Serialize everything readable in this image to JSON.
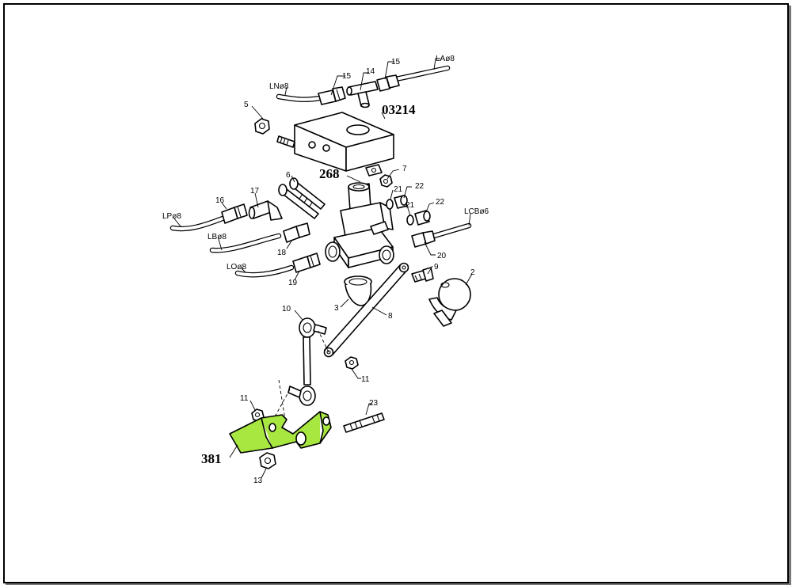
{
  "diagram": {
    "assembly_labels": {
      "bracket": "03214",
      "valve": "268",
      "lever": "381"
    },
    "hose_labels": {
      "ln": "LNø8",
      "la": "LAø8",
      "lp": "LPø8",
      "lb": "LBø8",
      "lo": "LOø8",
      "lcb": "LCBø6"
    },
    "part_numbers": {
      "p2": "2",
      "p3": "3",
      "p5": "5",
      "p6": "6",
      "p7": "7",
      "p8": "8",
      "p9": "9",
      "p10": "10",
      "p11a": "11",
      "p11b": "11",
      "p13": "13",
      "p14": "14",
      "p15a": "15",
      "p15b": "15",
      "p16": "16",
      "p17": "17",
      "p18": "18",
      "p19": "19",
      "p20": "20",
      "p21a": "21",
      "p21b": "21",
      "p22a": "22",
      "p22b": "22",
      "p23": "23"
    },
    "highlight_color": "#a8e640"
  }
}
